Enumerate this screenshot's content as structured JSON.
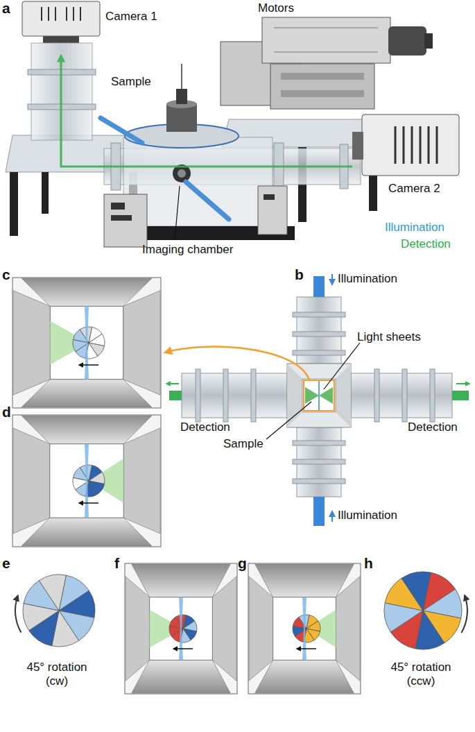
{
  "diagram": {
    "labels": [
      "a",
      "Camera 1",
      "Motors",
      "Sample",
      "Camera 2",
      "Illumination",
      "Detection",
      "Imaging chamber",
      "c",
      "b",
      "Illumination",
      "Light sheets",
      "d",
      "Detection",
      "Detection",
      "Sample",
      "Illumination",
      "e",
      "f",
      "g",
      "h",
      "45° rotation (cw)",
      "45° rotation (ccw)"
    ]
  }
}
